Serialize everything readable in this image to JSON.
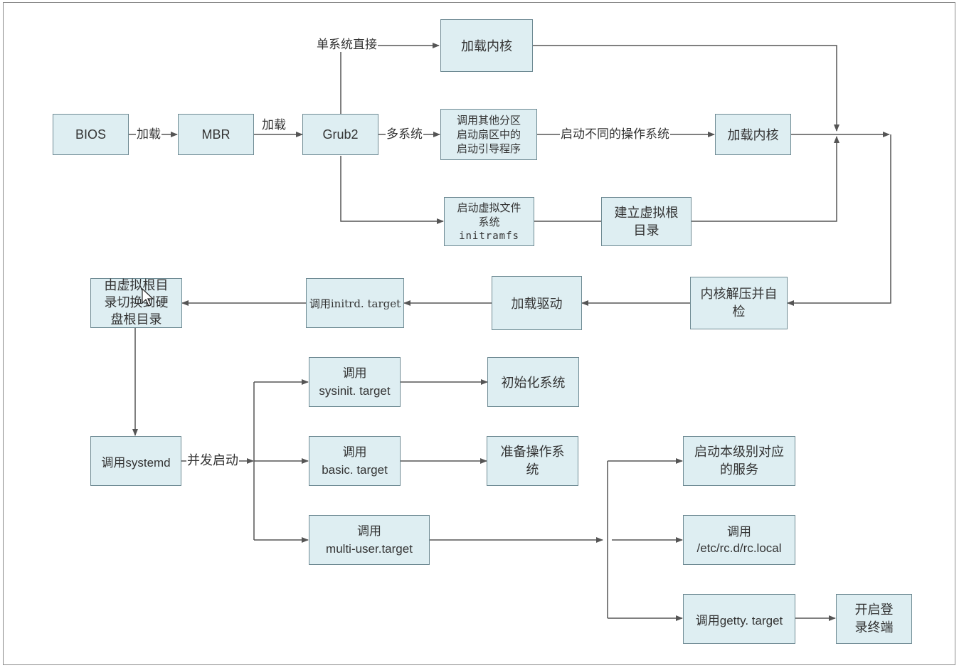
{
  "nodes": {
    "bios": "BIOS",
    "mbr": "MBR",
    "grub2": "Grub2",
    "load_kernel_top": "加载内核",
    "call_other_partition": [
      "调用其他分区",
      "启动扇区中的",
      "启动引导程序"
    ],
    "load_kernel_mid": "加载内核",
    "start_virtual_fs": [
      "启动虚拟文件",
      "系统",
      "initramfs"
    ],
    "build_virtual_root": [
      "建立虚拟根",
      "目录"
    ],
    "kernel_decompress": [
      "内核解压并自",
      "检"
    ],
    "load_drivers": "加载驱动",
    "call_initrd": "调用initrd. target",
    "switch_root": [
      "由虚拟根目",
      "录切换到硬",
      "盘根目录"
    ],
    "call_systemd": "调用systemd",
    "call_sysinit": [
      "调用",
      "sysinit. target"
    ],
    "init_system": "初始化系统",
    "call_basic": [
      "调用",
      "basic. target"
    ],
    "prepare_os": [
      "准备操作系",
      "统"
    ],
    "call_multiuser": [
      "调用",
      "multi-user.target"
    ],
    "start_level_services": [
      "启动本级别对应",
      "的服务"
    ],
    "call_rc_local": [
      "调用",
      "/etc/rc.d/rc.local"
    ],
    "call_getty": "调用getty. target",
    "open_login": [
      "开启登",
      "录终端"
    ]
  },
  "edge_labels": {
    "bios_to_mbr": "加载",
    "mbr_to_grub": "加载",
    "single_system": "单系统直接",
    "multi_system": "多系统",
    "start_different_os": "启动不同的操作系统",
    "concurrent_start": "并发启动"
  },
  "colors": {
    "box_fill": "#deeef2",
    "box_border": "#6e8a93",
    "line": "#555555"
  }
}
